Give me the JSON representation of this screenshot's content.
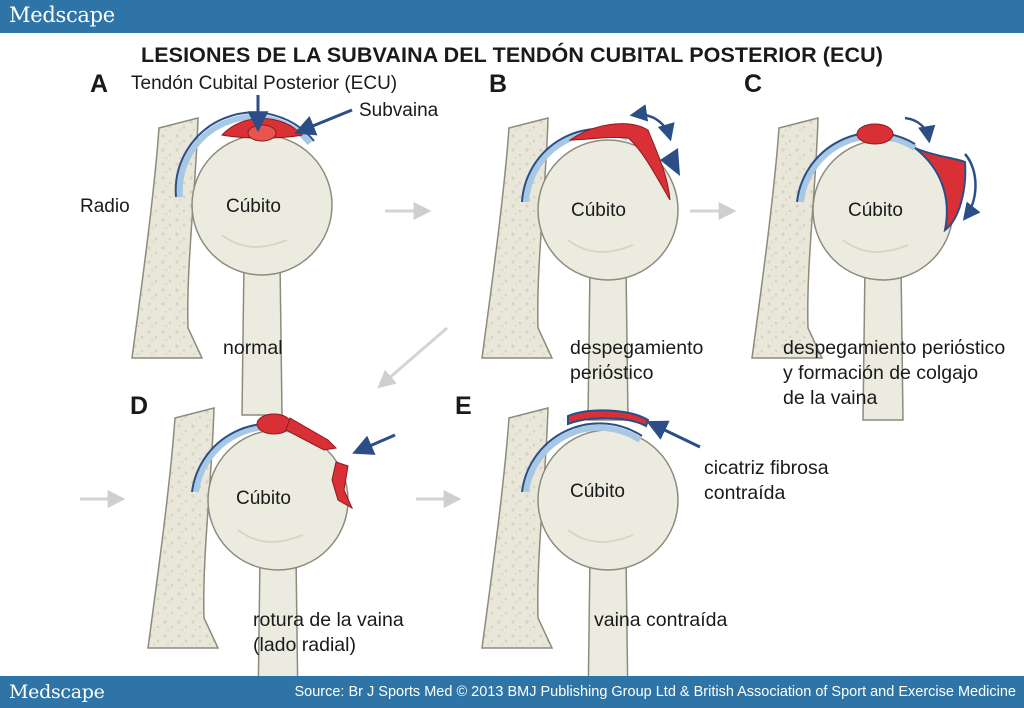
{
  "brand": {
    "top": "Medscape",
    "bottom": "Medscape"
  },
  "source": "Source: Br J Sports Med © 2013 BMJ Publishing Group Ltd & British Association of Sport and Exercise Medicine",
  "title": "LESIONES DE LA SUBVAINA DEL TENDÓN CUBITAL POSTERIOR (ECU)",
  "colors": {
    "bar": "#2e74a6",
    "bone": "#ecebe0",
    "bone_outline": "#8d8b7c",
    "tendon": "#d93036",
    "sheath": "#2b4e86",
    "subsheath": "#a6c8e4"
  },
  "panels": {
    "a": {
      "letter": "A",
      "ecu_label": "Tendón Cubital Posterior (ECU)",
      "subsheath_label": "Subvaina",
      "radius_label": "Radio",
      "bone_label": "Cúbito",
      "caption": "normal"
    },
    "b": {
      "letter": "B",
      "bone_label": "Cúbito",
      "caption": [
        "despegamiento",
        "periόstico"
      ]
    },
    "c": {
      "letter": "C",
      "bone_label": "Cúbito",
      "caption": [
        "despegamiento periόstico",
        "y formación de colgajo",
        "de la vaina"
      ]
    },
    "d": {
      "letter": "D",
      "bone_label": "Cúbito",
      "caption": [
        "rotura de la vaina",
        "(lado radial)"
      ]
    },
    "e": {
      "letter": "E",
      "bone_label": "Cúbito",
      "scar_label": [
        "cicatriz fibrosa",
        "contraída"
      ],
      "caption": "vaina contraída"
    }
  }
}
